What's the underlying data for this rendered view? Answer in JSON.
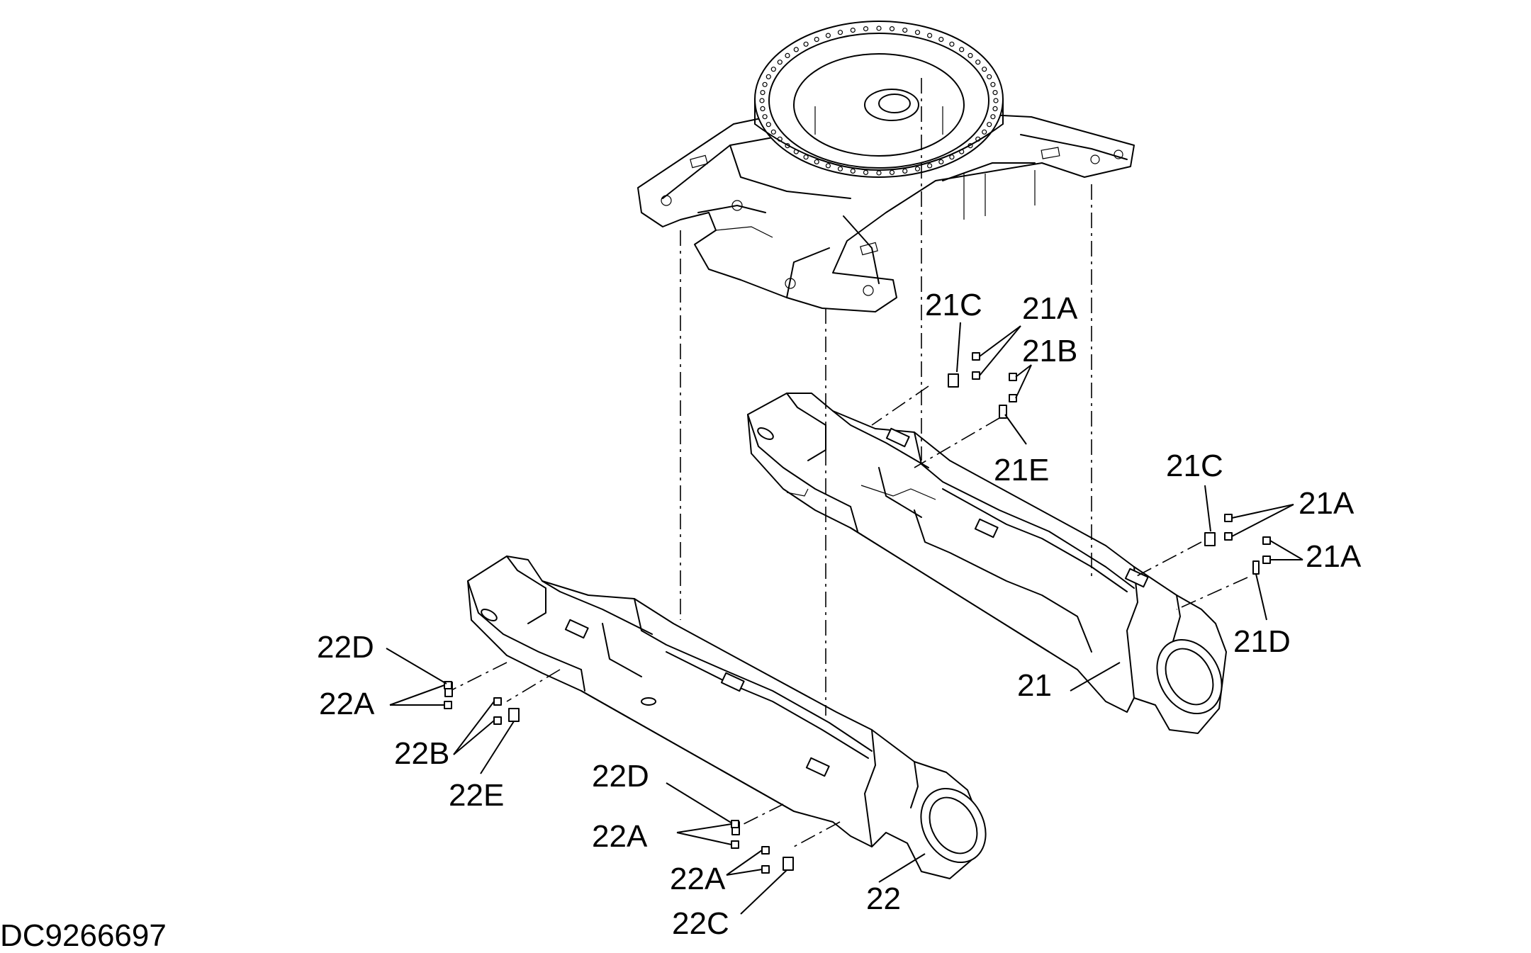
{
  "drawing_id": "DC9266697",
  "callouts": {
    "c21C_a": "21C",
    "c21A_a": "21A",
    "c21B": "21B",
    "c21E": "21E",
    "c21C_b": "21C",
    "c21A_b": "21A",
    "c21A_c": "21A",
    "c21D": "21D",
    "c21": "21",
    "c22D_a": "22D",
    "c22A_a": "22A",
    "c22B": "22B",
    "c22E": "22E",
    "c22D_b": "22D",
    "c22A_b": "22A",
    "c22A_c": "22A",
    "c22C": "22C",
    "c22": "22"
  }
}
